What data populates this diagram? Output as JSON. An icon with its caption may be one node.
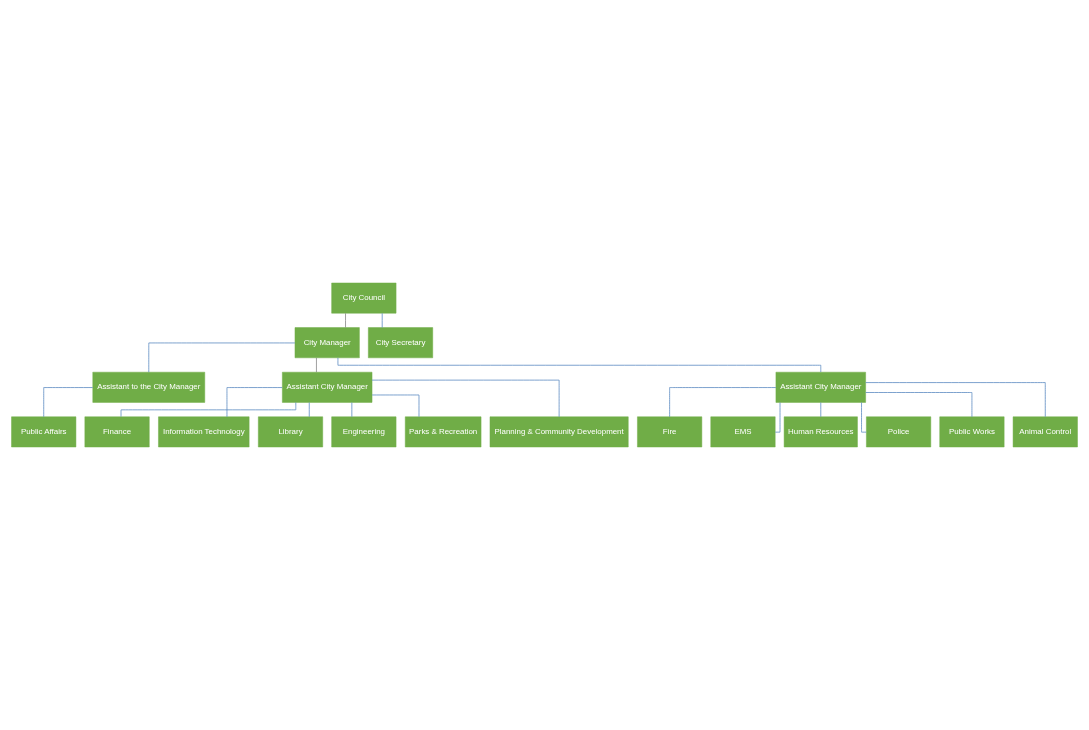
{
  "diagram": {
    "nodes": [
      {
        "text": [
          "City Council"
        ]
      },
      {
        "text": [
          "City Manager"
        ]
      },
      {
        "text": [
          "City Secretary"
        ]
      },
      {
        "text": [
          "Assistant to the City Manager"
        ]
      },
      {
        "text": [
          "Assistant City Manager"
        ]
      },
      {
        "text": [
          "Assistant City Manager"
        ]
      },
      {
        "text": [
          "Public Affairs"
        ]
      },
      {
        "text": [
          "Finance"
        ]
      },
      {
        "text": [
          "Information Technology"
        ]
      },
      {
        "text": [
          "Library"
        ]
      },
      {
        "text": [
          "Engineering"
        ]
      },
      {
        "text": [
          "Parks & Recreation"
        ]
      },
      {
        "text": [
          "Planning & Community Development"
        ]
      },
      {
        "text": [
          "Fire"
        ]
      },
      {
        "text": [
          "EMS"
        ]
      },
      {
        "text": [
          "Human Resources"
        ]
      },
      {
        "text": [
          "Police"
        ]
      },
      {
        "text": [
          "Public Works"
        ]
      },
      {
        "text": [
          "Animal Control"
        ]
      }
    ],
    "edges": [
      {
        "from": 0,
        "to": 1,
        "arrow": "none",
        "color": "#7f7f7f"
      },
      {
        "from": 0,
        "to": 2,
        "arrow": "none"
      },
      {
        "from": 1,
        "to": 3,
        "arrow": "none"
      },
      {
        "from": 1,
        "to": 4,
        "arrow": "none",
        "color": "#7f7f7f"
      },
      {
        "from": 1,
        "to": 5,
        "arrow": "none"
      },
      {
        "from": 3,
        "to": 6,
        "arrow": "none"
      },
      {
        "from": 4,
        "to": 7,
        "arrow": "none"
      },
      {
        "from": 4,
        "to": 8,
        "arrow": "none"
      },
      {
        "from": 4,
        "to": 9,
        "arrow": "none"
      },
      {
        "from": 4,
        "to": 10,
        "arrow": "none"
      },
      {
        "from": 4,
        "to": 11,
        "arrow": "none"
      },
      {
        "from": 4,
        "to": 12,
        "arrow": "none"
      },
      {
        "from": 5,
        "to": 13,
        "arrow": "none"
      },
      {
        "from": 5,
        "to": 14,
        "arrow": "none"
      },
      {
        "from": 5,
        "to": 15,
        "arrow": "none"
      },
      {
        "from": 5,
        "to": 16,
        "arrow": "none"
      },
      {
        "from": 5,
        "to": 17,
        "arrow": "none"
      },
      {
        "from": 5,
        "to": 18,
        "arrow": "none"
      }
    ]
  }
}
